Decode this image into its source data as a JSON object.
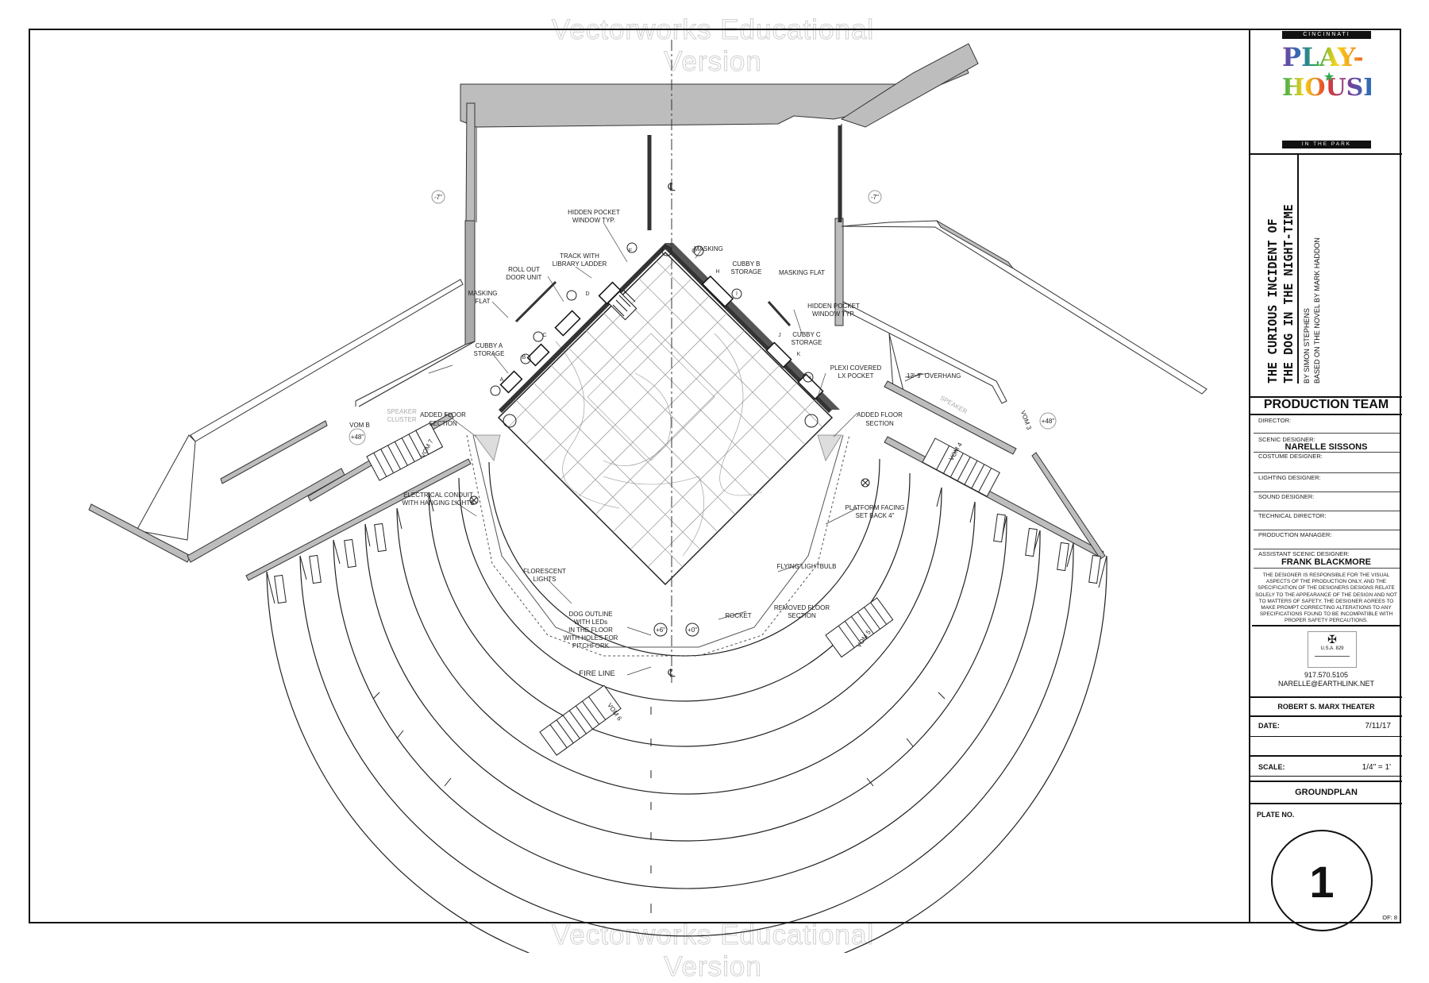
{
  "watermark": "Vectorworks Educational Version",
  "logo": {
    "top": "CINCINNATI",
    "word_1": "PLAY-",
    "word_2": "HOUSE!",
    "bottom": "IN THE PARK",
    "colors": [
      "#e23b2e",
      "#f29b1d",
      "#f7d417",
      "#2eab4d",
      "#2c6fb7",
      "#7b3d9b"
    ]
  },
  "title_block": {
    "show_title_line1": "THE CURIOUS INCIDENT OF",
    "show_title_line2": "THE DOG IN THE NIGHT-TIME",
    "author": "BY SIMON STEPHENS",
    "based_on": "BASED ON THE NOVEL BY MARK HADDON",
    "production_team": "PRODUCTION TEAM",
    "director_label": "DIRECTOR:",
    "scenic_label": "SCENIC DESIGNER:",
    "scenic_value": "NARELLE SISSONS",
    "costume_label": "COSTUME DESIGNER:",
    "lighting_label": "LIGHTING DESIGNER:",
    "sound_label": "SOUND DESIGNER:",
    "td_label": "TECHNICAL DIRECTOR:",
    "pm_label": "PRODUCTION MANAGER:",
    "asst_label": "ASSISTANT SCENIC DESIGNER:",
    "asst_value": "FRANK BLACKMORE",
    "disclaimer": "THE DESIGNER IS RESPONSIBLE FOR THE VISUAL ASPECTS OF THE PRODUCTION ONLY, AND THE SPECIFICATION OF THE DESIGNERS DESIGNS RELATE SOLELY TO THE APPEARANCE OF THE DESIGN AND NOT TO MATTERS OF SAFETY. THE DESIGNER AGREES TO MAKE PROMPT CORRECTING ALTERATIONS TO ANY SPECIFICATIONS FOUND TO BE INCOMPATIBLE WITH PROPER SAFETY PERCAUTIONS.",
    "union_stamp": "U.S.A. 829",
    "phone": "917.570.5105",
    "email": "NARELLE@EARTHLINK.NET",
    "venue": "ROBERT S. MARX THEATER",
    "date_label": "DATE:",
    "date_value": "7/11/17",
    "scale_label": "SCALE:",
    "scale_value": "1/4\" = 1'",
    "sheet_name": "GROUNDPLAN",
    "plate_label": "PLATE NO.",
    "plate_number": "1",
    "plate_of": "OF: 8"
  },
  "plan_labels": {
    "hidden_pocket_left": [
      "HIDDEN POCKET",
      "WINDOW TYP."
    ],
    "masking_top": "MASKING",
    "track": [
      "TRACK WITH",
      "LIBRARY LADDER"
    ],
    "roll_out": [
      "ROLL OUT",
      "DOOR UNIT"
    ],
    "masking_flat_left": [
      "MASKING",
      "FLAT"
    ],
    "cubby_a": [
      "CUBBY A",
      "STORAGE"
    ],
    "cubby_b": [
      "CUBBY B",
      "STORAGE"
    ],
    "masking_flat_right": "MASKING FLAT",
    "hidden_pocket_right": [
      "HIDDEN POCKET",
      "WINDOW TYP."
    ],
    "cubby_c": [
      "CUBBY C",
      "STORAGE"
    ],
    "plexi": [
      "PLEXI COVERED",
      "LX POCKET"
    ],
    "overhang": "12'-9\" OVERHANG",
    "added_floor_left": [
      "ADDED FLOOR",
      "SECTION"
    ],
    "added_floor_right": [
      "ADDED FLOOR",
      "SECTION"
    ],
    "speaker_left": [
      "SPEAKER",
      "CLUSTER"
    ],
    "speaker_right": "SPEAKER",
    "vom_b": "VOM B",
    "vom_3": "VOM 3",
    "vom_4": "VOM 4",
    "vom_5": "VOM 5",
    "vom_6": "VOM 6",
    "vom_7": "VOM 7",
    "elev_48_left": "+48\"",
    "elev_48_right": "+48\"",
    "elev_m7_left": "-7\"",
    "elev_m7_right": "-7\"",
    "electrical": [
      "ELECTRICAL CONDUIT",
      "WITH HANGING LIGHTS"
    ],
    "platform": [
      "PLATFORM FACING",
      "SET BACK 4\""
    ],
    "florescent": [
      "FLORESCENT",
      "LIGHTS"
    ],
    "flying": "FLYING LIGHTBULB",
    "dog": [
      "DOG OUTLINE",
      "WITH LEDs",
      "IN THE FLOOR",
      "WITH HOLES FOR",
      "PITCHFORK"
    ],
    "rocket": "ROCKET",
    "removed": [
      "REMOVED FLOOR",
      "SECTION"
    ],
    "fire_line": "FIRE LINE",
    "elev_6": "+6\"",
    "elev_0": "+0\"",
    "letters": [
      "A",
      "B",
      "C",
      "D",
      "E",
      "G",
      "H",
      "I",
      "J",
      "K",
      "L"
    ],
    "centerline": "℄"
  }
}
